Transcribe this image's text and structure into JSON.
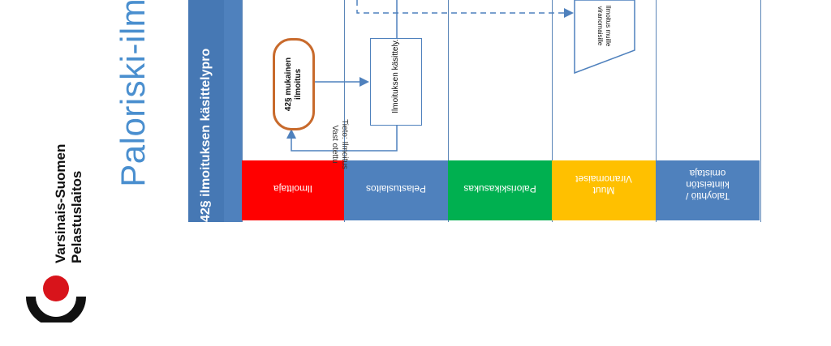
{
  "organization": {
    "name_line1": "Varsinais-Suomen",
    "name_line2": "Pelastuslaitos",
    "logo_colors": {
      "circle": "#d8141b",
      "arc": "#111111"
    }
  },
  "slide_title": "Paloriski-ilmo",
  "diagram": {
    "title": "42§ ilmoituksen käsittelypro",
    "colors": {
      "title_bar": "#4678b4",
      "lane_border": "#5b86b8",
      "node_border": "#c86a2c",
      "arrow": "#4f81bd"
    },
    "lanes": [
      {
        "label": "Ilmoittaja",
        "color": "#ff0000"
      },
      {
        "label": "Pelastuslaitos",
        "color": "#4f81bd"
      },
      {
        "label": "Paloriskikasukas",
        "color": "#00b050"
      },
      {
        "label": "Muut Viranomaiset",
        "color": "#ffc000"
      },
      {
        "label": "Taloyhtiö / kiinteistön omistaja",
        "color": "#4f81bd"
      }
    ],
    "nodes": {
      "start_event": "42§ mukainen ilmoitus",
      "process": "Ilmoituksen käsittely.",
      "document": "Ilmoitus muille viranomaisille"
    },
    "annotations": {
      "feedback_label": "Tieto: Ilmoitus Vast otettu"
    }
  }
}
